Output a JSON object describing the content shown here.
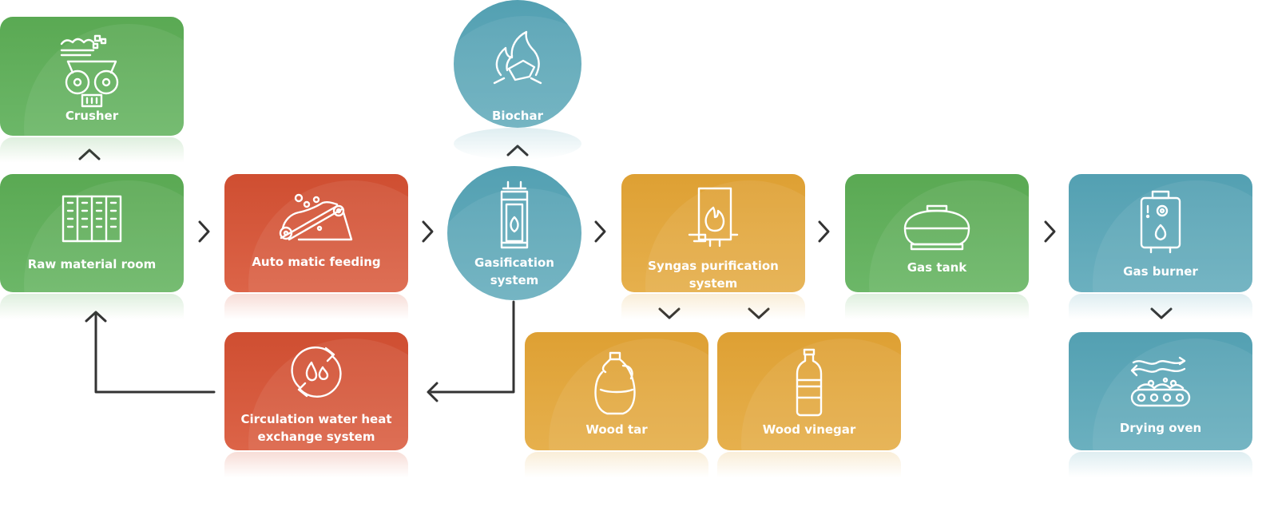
{
  "nodes": {
    "crusher": {
      "label": "Crusher",
      "color": "#5aa953",
      "icon": "crusher-icon"
    },
    "biochar": {
      "label": "Biochar",
      "color": "#53a0b2",
      "icon": "fire-coal-icon"
    },
    "raw_material_room": {
      "label": "Raw material room",
      "color": "#5aa953",
      "icon": "storage-racks-icon"
    },
    "automatic_feeding": {
      "label": "Auto matic feeding",
      "color": "#cf4e31",
      "icon": "conveyor-icon"
    },
    "gasification_system": {
      "label": "Gasification\nsystem",
      "color": "#53a0b2",
      "icon": "gasifier-icon"
    },
    "syngas_purification": {
      "label": "Syngas purification\nsystem",
      "color": "#dea033",
      "icon": "flame-chamber-icon"
    },
    "gas_tank": {
      "label": "Gas tank",
      "color": "#5aa953",
      "icon": "gas-tank-icon"
    },
    "gas_burner": {
      "label": "Gas burner",
      "color": "#53a0b2",
      "icon": "gas-burner-icon"
    },
    "circulation_water": {
      "label": "Circulation water heat\nexchange system",
      "color": "#cf4e31",
      "icon": "water-cycle-icon"
    },
    "wood_tar": {
      "label": "Wood tar",
      "color": "#dea033",
      "icon": "jug-icon"
    },
    "wood_vinegar": {
      "label": "Wood vinegar",
      "color": "#dea033",
      "icon": "bottle-icon"
    },
    "drying_oven": {
      "label": "Drying oven",
      "color": "#53a0b2",
      "icon": "drying-conveyor-icon"
    }
  },
  "arrow_color": "#333333"
}
